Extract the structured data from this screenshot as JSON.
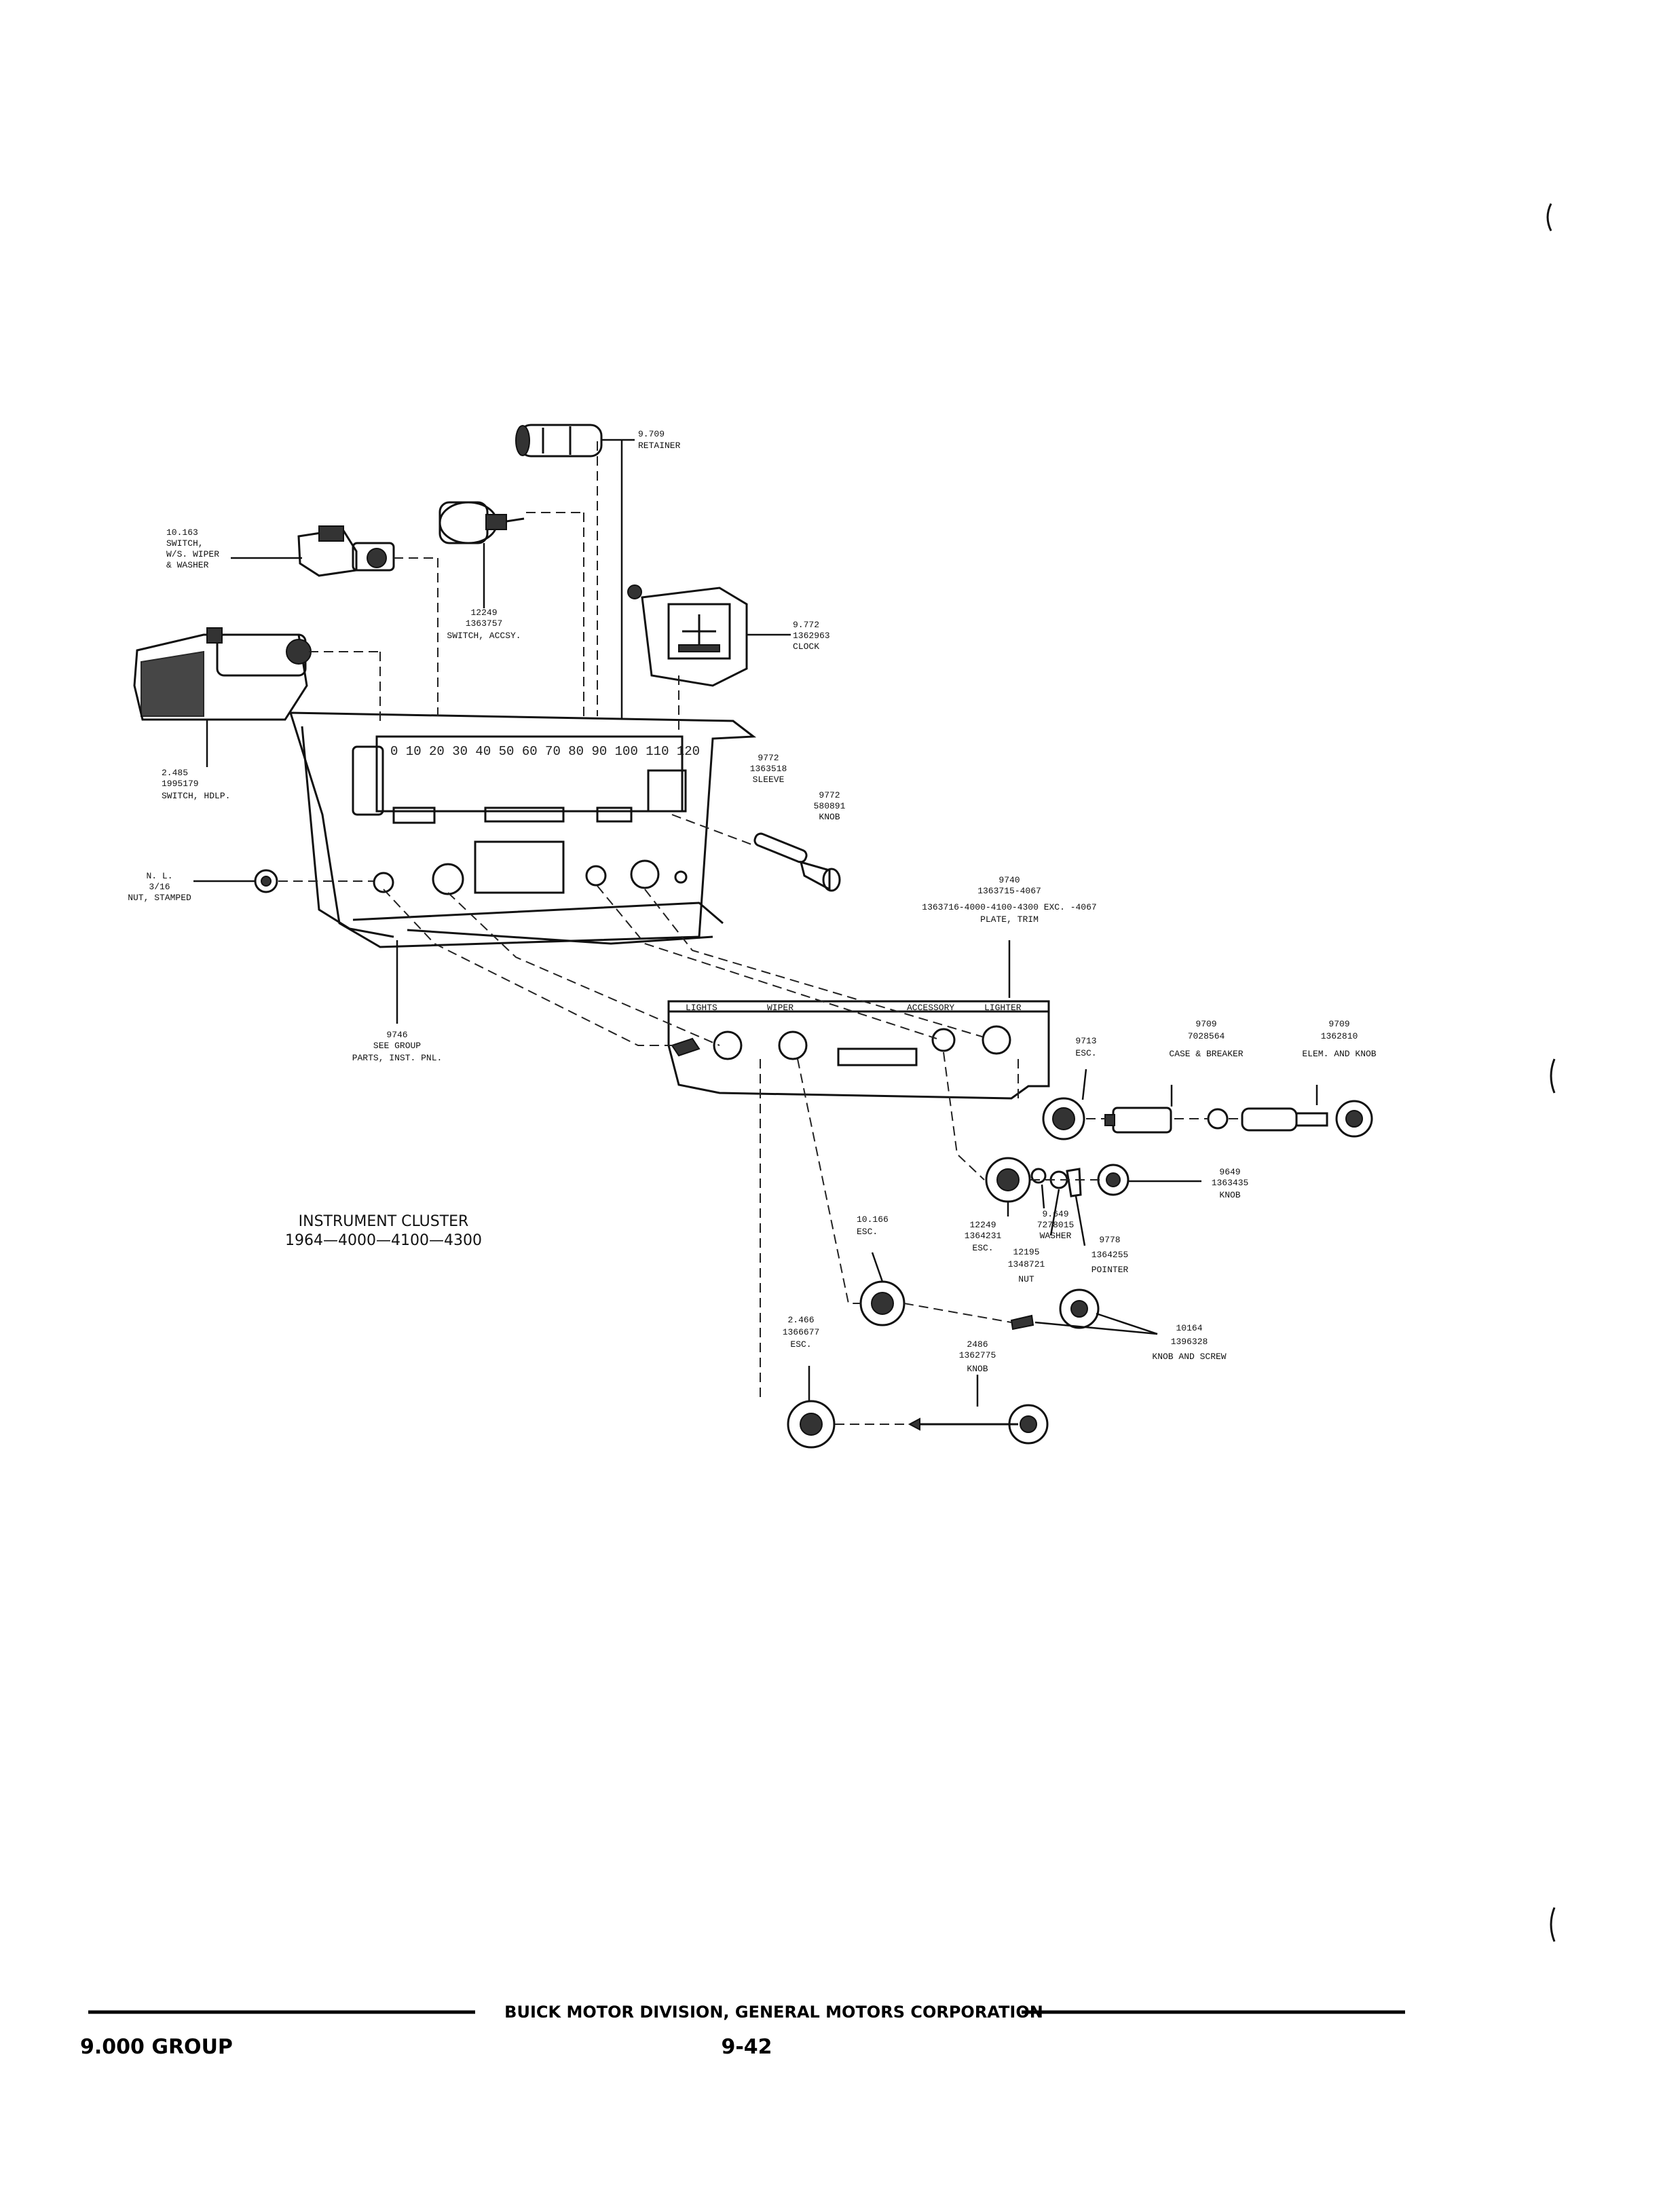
{
  "title": {
    "line1": "INSTRUMENT CLUSTER",
    "line2": "1964—4000—4100—4300"
  },
  "callouts": {
    "retainer": [
      "9.709",
      "RETAINER"
    ],
    "wiper_switch": [
      "10.163",
      "SWITCH,",
      "W/S. WIPER",
      "& WASHER"
    ],
    "accsy_switch": [
      "12249",
      "1363757",
      "SWITCH, ACCSY."
    ],
    "clock": [
      "9.772",
      "1362963",
      "CLOCK"
    ],
    "hdlp_switch": [
      "2.485",
      "1995179",
      "SWITCH, HDLP."
    ],
    "sleeve": [
      "9772",
      "1363518",
      "SLEEVE"
    ],
    "knob_9772": [
      "9772",
      "580891",
      "KNOB"
    ],
    "nut_stamped": [
      "N. L.",
      "3/16",
      "NUT, STAMPED"
    ],
    "trim_plate": [
      "9740",
      "1363715-4067",
      "1363716-4000-4100-4300 EXC. -4067",
      "PLATE, TRIM"
    ],
    "inst_pnl": [
      "9746",
      "SEE GROUP",
      "PARTS, INST. PNL."
    ],
    "esc_9713": [
      "9713",
      "ESC."
    ],
    "case_breaker": [
      "9709",
      "7028564",
      "CASE & BREAKER"
    ],
    "elem_knob": [
      "9709",
      "1362810",
      "ELEM. AND KNOB"
    ],
    "knob_9649": [
      "9649",
      "1363435",
      "KNOB"
    ],
    "esc_12249": [
      "12249",
      "1364231",
      "ESC."
    ],
    "washer": [
      "9.649",
      "7278015",
      "WASHER"
    ],
    "nut_12195": [
      "12195",
      "1348721",
      "NUT"
    ],
    "pointer": [
      "9778",
      "1364255",
      "POINTER"
    ],
    "esc_10166": [
      "10.166",
      "ESC."
    ],
    "knob_screw": [
      "10164",
      "1396328",
      "KNOB AND SCREW"
    ],
    "knob_2486": [
      "2486",
      "1362775",
      "KNOB"
    ],
    "esc_2466": [
      "2.466",
      "1366677",
      "ESC."
    ]
  },
  "speedometer_scale": "0 10 20 30 40 50 60 70 80 90 100 110 120",
  "trim_labels": [
    "LIGHTS",
    "WIPER",
    "ACCESSORY",
    "LIGHTER"
  ],
  "footer": {
    "division": "BUICK MOTOR DIVISION, GENERAL MOTORS CORPORATION",
    "group": "9.000 GROUP",
    "page": "9-42"
  }
}
